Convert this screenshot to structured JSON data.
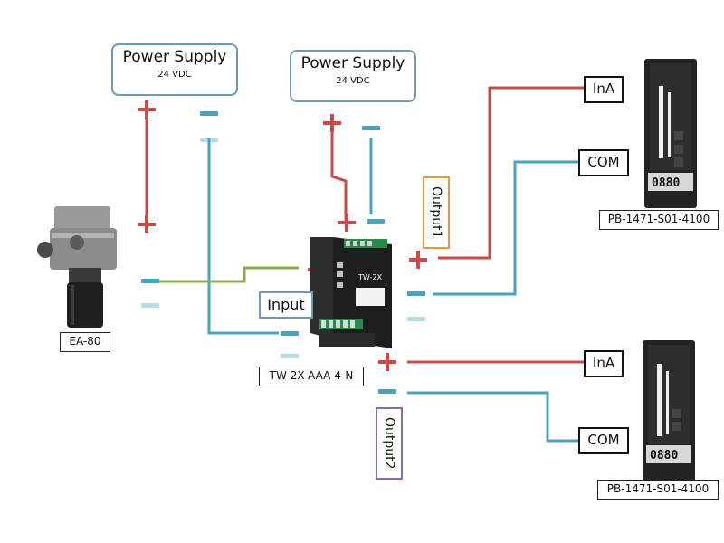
{
  "power_supplies": [
    {
      "title": "Power Supply",
      "voltage": "24 VDC"
    },
    {
      "title": "Power Supply",
      "voltage": "24 VDC"
    }
  ],
  "sensor": {
    "label": "EA-80"
  },
  "module": {
    "label": "TW-2X-AAA-4-N",
    "input_label": "Input",
    "body_text": "TW-2X"
  },
  "outputs": [
    {
      "label": "Output1"
    },
    {
      "label": "Output2"
    }
  ],
  "meters": [
    {
      "label": "PB-1471-S01-4100",
      "display": "0880",
      "ina": "InA",
      "com": "COM"
    },
    {
      "label": "PB-1471-S01-4100",
      "display": "0880",
      "ina": "InA",
      "com": "COM"
    }
  ],
  "colors": {
    "positive": "#cf4a47",
    "negative": "#4aa3bd",
    "signal": "#8aae4a"
  }
}
